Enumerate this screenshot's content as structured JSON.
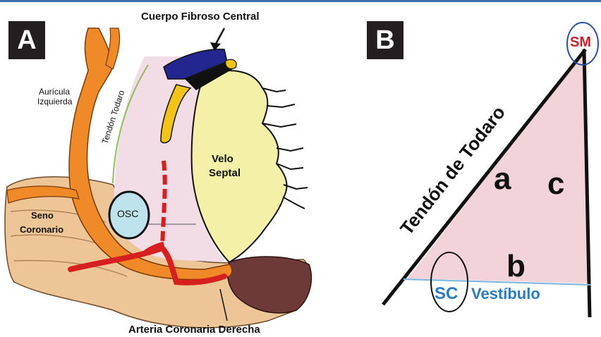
{
  "panel_a": {
    "badge": "A",
    "labels": {
      "cuerpo_fibroso": "Cuerpo Fibroso Central",
      "auricula_1": "Aurícula",
      "auricula_2": "Izquierda",
      "tendon": "Tendón Todaro",
      "velo_1": "Velo",
      "velo_2": "Septal",
      "osc": "OSC",
      "seno_1": "Seno",
      "seno_2": "Coronario",
      "arteria": "Arteria Coronaria Derecha"
    }
  },
  "panel_b": {
    "badge": "B",
    "labels": {
      "sm": "SM",
      "tendon": "Tendón de Todaro",
      "a": "a",
      "c": "c",
      "b": "b",
      "sc": "SC",
      "vestibulo": "Vestíbulo"
    }
  },
  "colors": {
    "frame_line": "#3a6fb0",
    "badge_bg": "#231f20",
    "atrium_orange": "#f08a28",
    "sinus_tan": "#eec597",
    "pink_region": "#f2dce6",
    "septal_leaflet": "#f4f0a8",
    "central_body_blue": "#23268f",
    "yellow_fold": "#f2c418",
    "osc_blue": "#bfe3ec",
    "artery_red": "#d62020",
    "triangle_fill": "#f1d3d9",
    "sm_red": "#c8202e",
    "sc_blue": "#2a7bc2",
    "vestibule_line": "#7ab3dc"
  }
}
